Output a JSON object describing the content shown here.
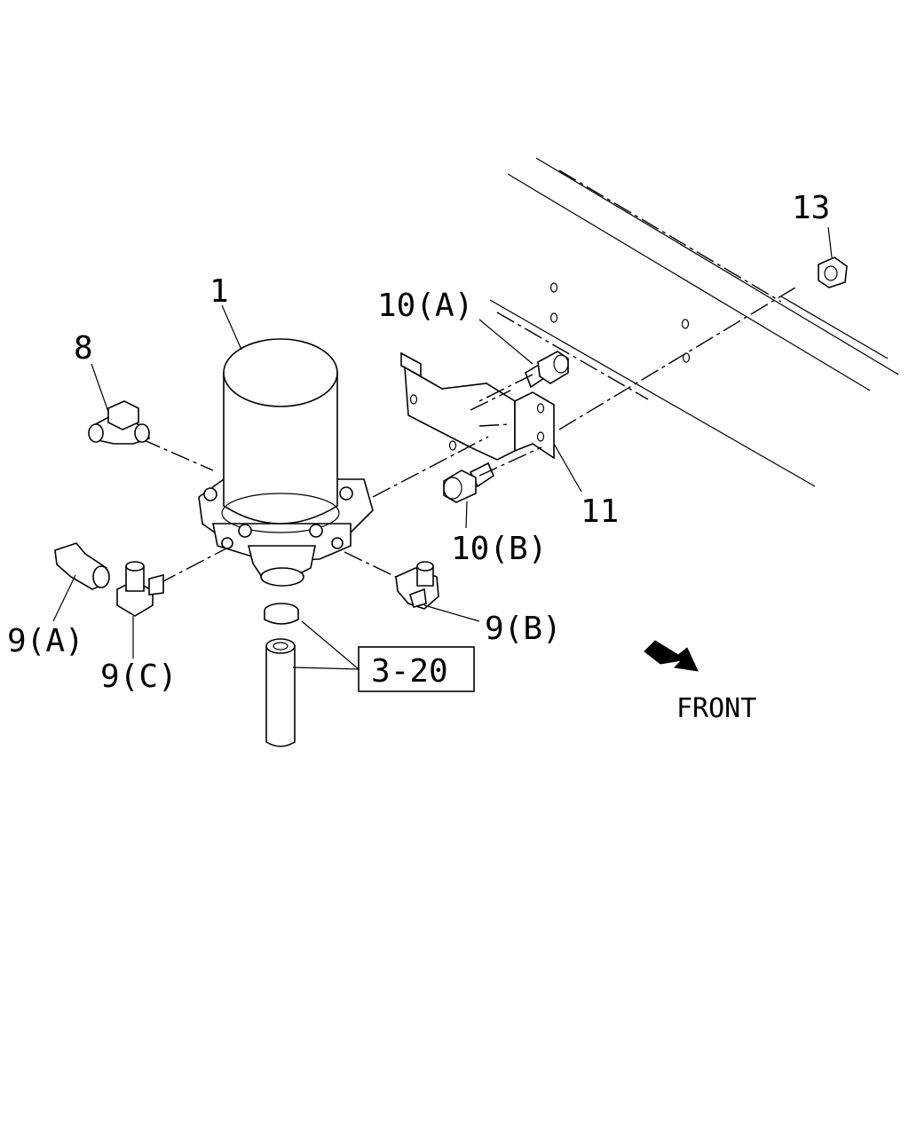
{
  "labels": {
    "part_1": "1",
    "part_8": "8",
    "part_9a": "9(A)",
    "part_9b": "9(B)",
    "part_9c": "9(C)",
    "part_10a": "10(A)",
    "part_10b": "10(B)",
    "part_11": "11",
    "part_13": "13",
    "ref_box": "3-20",
    "front": "FRONT"
  }
}
